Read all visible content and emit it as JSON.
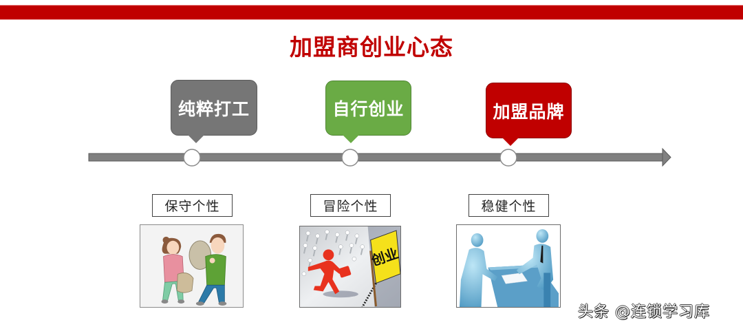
{
  "header": {
    "accent_color": "#c00000"
  },
  "title": "加盟商创业心态",
  "timeline": {
    "stages": [
      {
        "label": "纯粹打工",
        "color": "#767676"
      },
      {
        "label": "自行创业",
        "color": "#6aab45"
      },
      {
        "label": "加盟品牌",
        "color": "#c00000"
      }
    ]
  },
  "personalities": [
    {
      "label": "保守个性",
      "image": "couple-carrying-luggage-illustration"
    },
    {
      "label": "冒险个性",
      "image": "red-figure-running-to-sign-illustration",
      "sign_text": "创业"
    },
    {
      "label": "稳健个性",
      "image": "business-meeting-figures-illustration"
    }
  ],
  "watermark": {
    "platform": "头条",
    "handle": "@连锁学习库"
  }
}
